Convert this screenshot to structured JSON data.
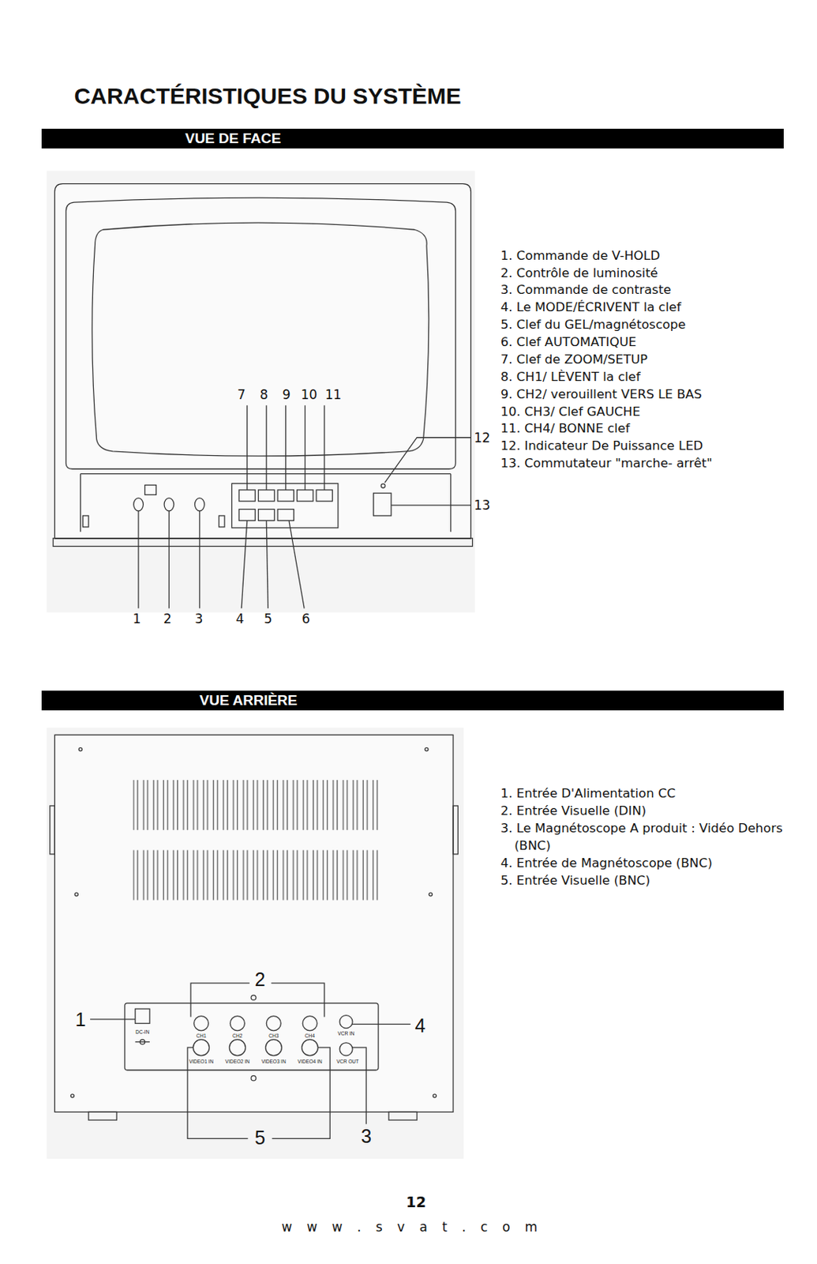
{
  "diagram": {
    "title": "CARACTÉRISTIQUES DU SYSTÈME",
    "nodes": [
      {
        "text": [
          "VUE DE FACE"
        ]
      },
      {
        "text": [
          "VUE ARRIÈRE"
        ]
      }
    ],
    "labels": [
      "7",
      "8",
      "9",
      "10",
      "11",
      "12",
      "13",
      "1",
      "2",
      "3",
      "4",
      "5",
      "6",
      "1. Commande de V-HOLD",
      "2. Contrôle de luminosité",
      "3. Commande de contraste",
      "4. Le MODE/ÉCRIVENT la clef",
      "5. Clef du GEL/magnétoscope",
      "6. Clef AUTOMATIQUE",
      "7. Clef de ZOOM/SETUP",
      "8. CH1/ LÈVENT la clef",
      "9. CH2/ verouillent VERS LE BAS",
      "10. CH3/ Clef GAUCHE",
      "11. CH4/ BONNE clef",
      "12. Indicateur De Puissance LED",
      "13. Commutateur \"marche- arrêt\"",
      "1",
      "2",
      "4",
      "5",
      "3",
      "DC-IN",
      "CH1",
      "CH2",
      "CH3",
      "CH4",
      "VCR IN",
      "VIDEO1 IN",
      "VIDEO2 IN",
      "VIDEO3 IN",
      "VIDEO4 IN",
      "VCR OUT",
      "1. Entrée D'Alimentation CC",
      "2. Entrée Visuelle (DIN)",
      "3. Le Magnétoscope A produit : Vidéo Dehors (BNC)",
      "4. Entrée de Magnétoscope (BNC)",
      "5. Entrée Visuelle (BNC)",
      "12",
      "w w w . s v a t . c o m"
    ]
  }
}
